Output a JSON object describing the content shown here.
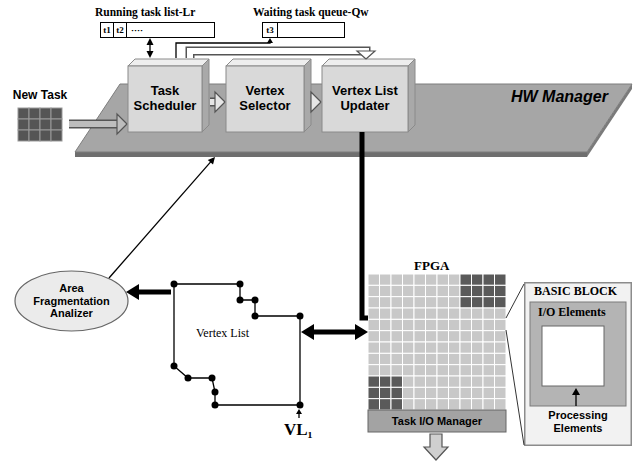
{
  "diagram": {
    "nodes": [
      {
        "text": [
          "Running task list-Lr",
          "t1",
          "t2",
          "····"
        ]
      },
      {
        "text": [
          "Waiting task queue-Qw",
          "t3"
        ]
      },
      {
        "text": [
          "HW Manager"
        ]
      },
      {
        "text": [
          "Task Scheduler"
        ],
        "in": 2
      },
      {
        "text": [
          "Vertex Selector"
        ],
        "in": 2
      },
      {
        "text": [
          "Vertex List Updater"
        ],
        "in": 2
      },
      {
        "text": [
          "New Task"
        ]
      },
      {
        "text": [
          "Area Fragmentation Analizer"
        ]
      },
      {
        "text": [
          "Vertex List"
        ]
      },
      {
        "text": [
          "FPGA"
        ]
      },
      {
        "text": [
          "Task I/O Manager"
        ],
        "in": 9
      },
      {
        "text": [
          "BASIC BLOCK"
        ]
      },
      {
        "text": [
          "I/O Elements"
        ],
        "in": 11
      }
    ],
    "edges": [
      {
        "from": 6,
        "to": 3,
        "arrow": "to"
      },
      {
        "from": 3,
        "to": 4,
        "arrow": "to"
      },
      {
        "from": 4,
        "to": 5,
        "arrow": "to"
      },
      {
        "from": 3,
        "to": 0,
        "arrow": "both"
      },
      {
        "from": 3,
        "to": 1,
        "arrow": "to"
      },
      {
        "from": 3,
        "to": 5,
        "arrow": "to"
      },
      {
        "from": 7,
        "to": 2,
        "arrow": "to"
      },
      {
        "from": 8,
        "to": 7,
        "arrow": "to"
      },
      {
        "from": 5,
        "to": 9,
        "arrow": "none"
      },
      {
        "from": 8,
        "to": 9,
        "arrow": "both"
      }
    ],
    "labels": [
      "VL₁",
      "Processing Elements"
    ]
  }
}
